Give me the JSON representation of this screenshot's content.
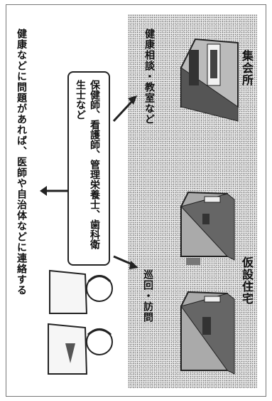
{
  "labels": {
    "community_hall": "集会所",
    "health_consult": "健康相談・教室など",
    "temp_housing": "仮設住宅",
    "patrol_visit": "巡回・訪問",
    "professionals": "保健師、看護師、管理栄養士、歯科衛生士など",
    "contact_note": "健康などに問題があれば、医師や自治体などに連絡する"
  }
}
